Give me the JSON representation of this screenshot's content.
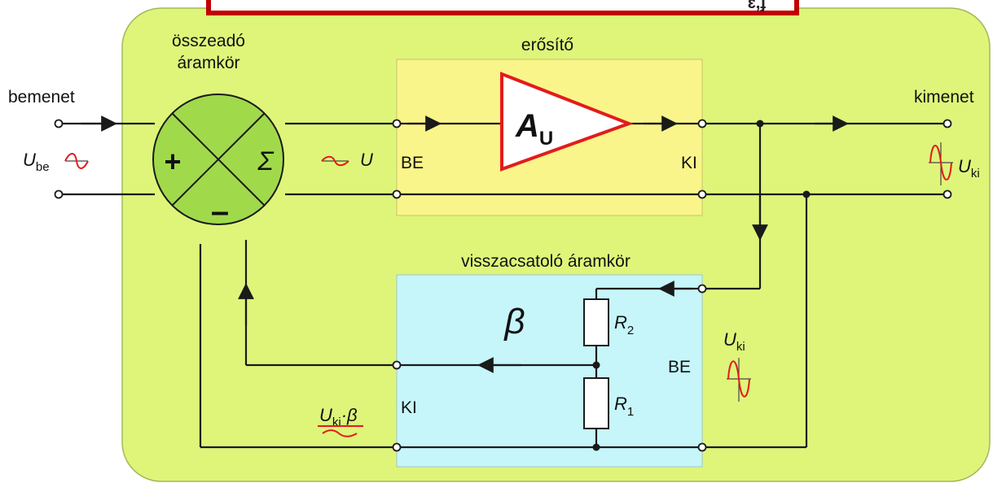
{
  "banner": {
    "visible_text": "ɛ,ɟ"
  },
  "colors": {
    "outer_panel": "#def57a",
    "amplifier_box": "#faf58a",
    "feedback_box": "#c6f6fa",
    "summer_circle": "#a0da4a",
    "triangle_outline": "#e21c1c",
    "wave": "#e21c1c",
    "banner_border": "#c00000",
    "wire": "#1a1a1a"
  },
  "labels": {
    "input_title": "bemenet",
    "input_voltage_main": "U",
    "input_voltage_sub": "be",
    "output_title": "kimenet",
    "output_voltage_main": "U",
    "output_voltage_sub": "ki",
    "summer_title_line1": "összeadó",
    "summer_title_line2": "áramkör",
    "plus": "+",
    "minus": "–",
    "sigma": "Σ",
    "summed_voltage": "U",
    "amplifier_title": "erősítő",
    "amplifier_gain_main": "A",
    "amplifier_gain_sub": "U",
    "amplifier_in": "BE",
    "amplifier_out": "KI",
    "feedback_title": "visszacsatoló áramkör",
    "beta": "β",
    "r2_main": "R",
    "r2_sub": "2",
    "r1_main": "R",
    "r1_sub": "1",
    "feedback_in": "BE",
    "feedback_out": "KI",
    "feedback_voltage_main": "U",
    "feedback_voltage_sub": "ki",
    "feedback_signal_main": "U",
    "feedback_signal_sub": "ki",
    "feedback_signal_factor": "·β"
  }
}
